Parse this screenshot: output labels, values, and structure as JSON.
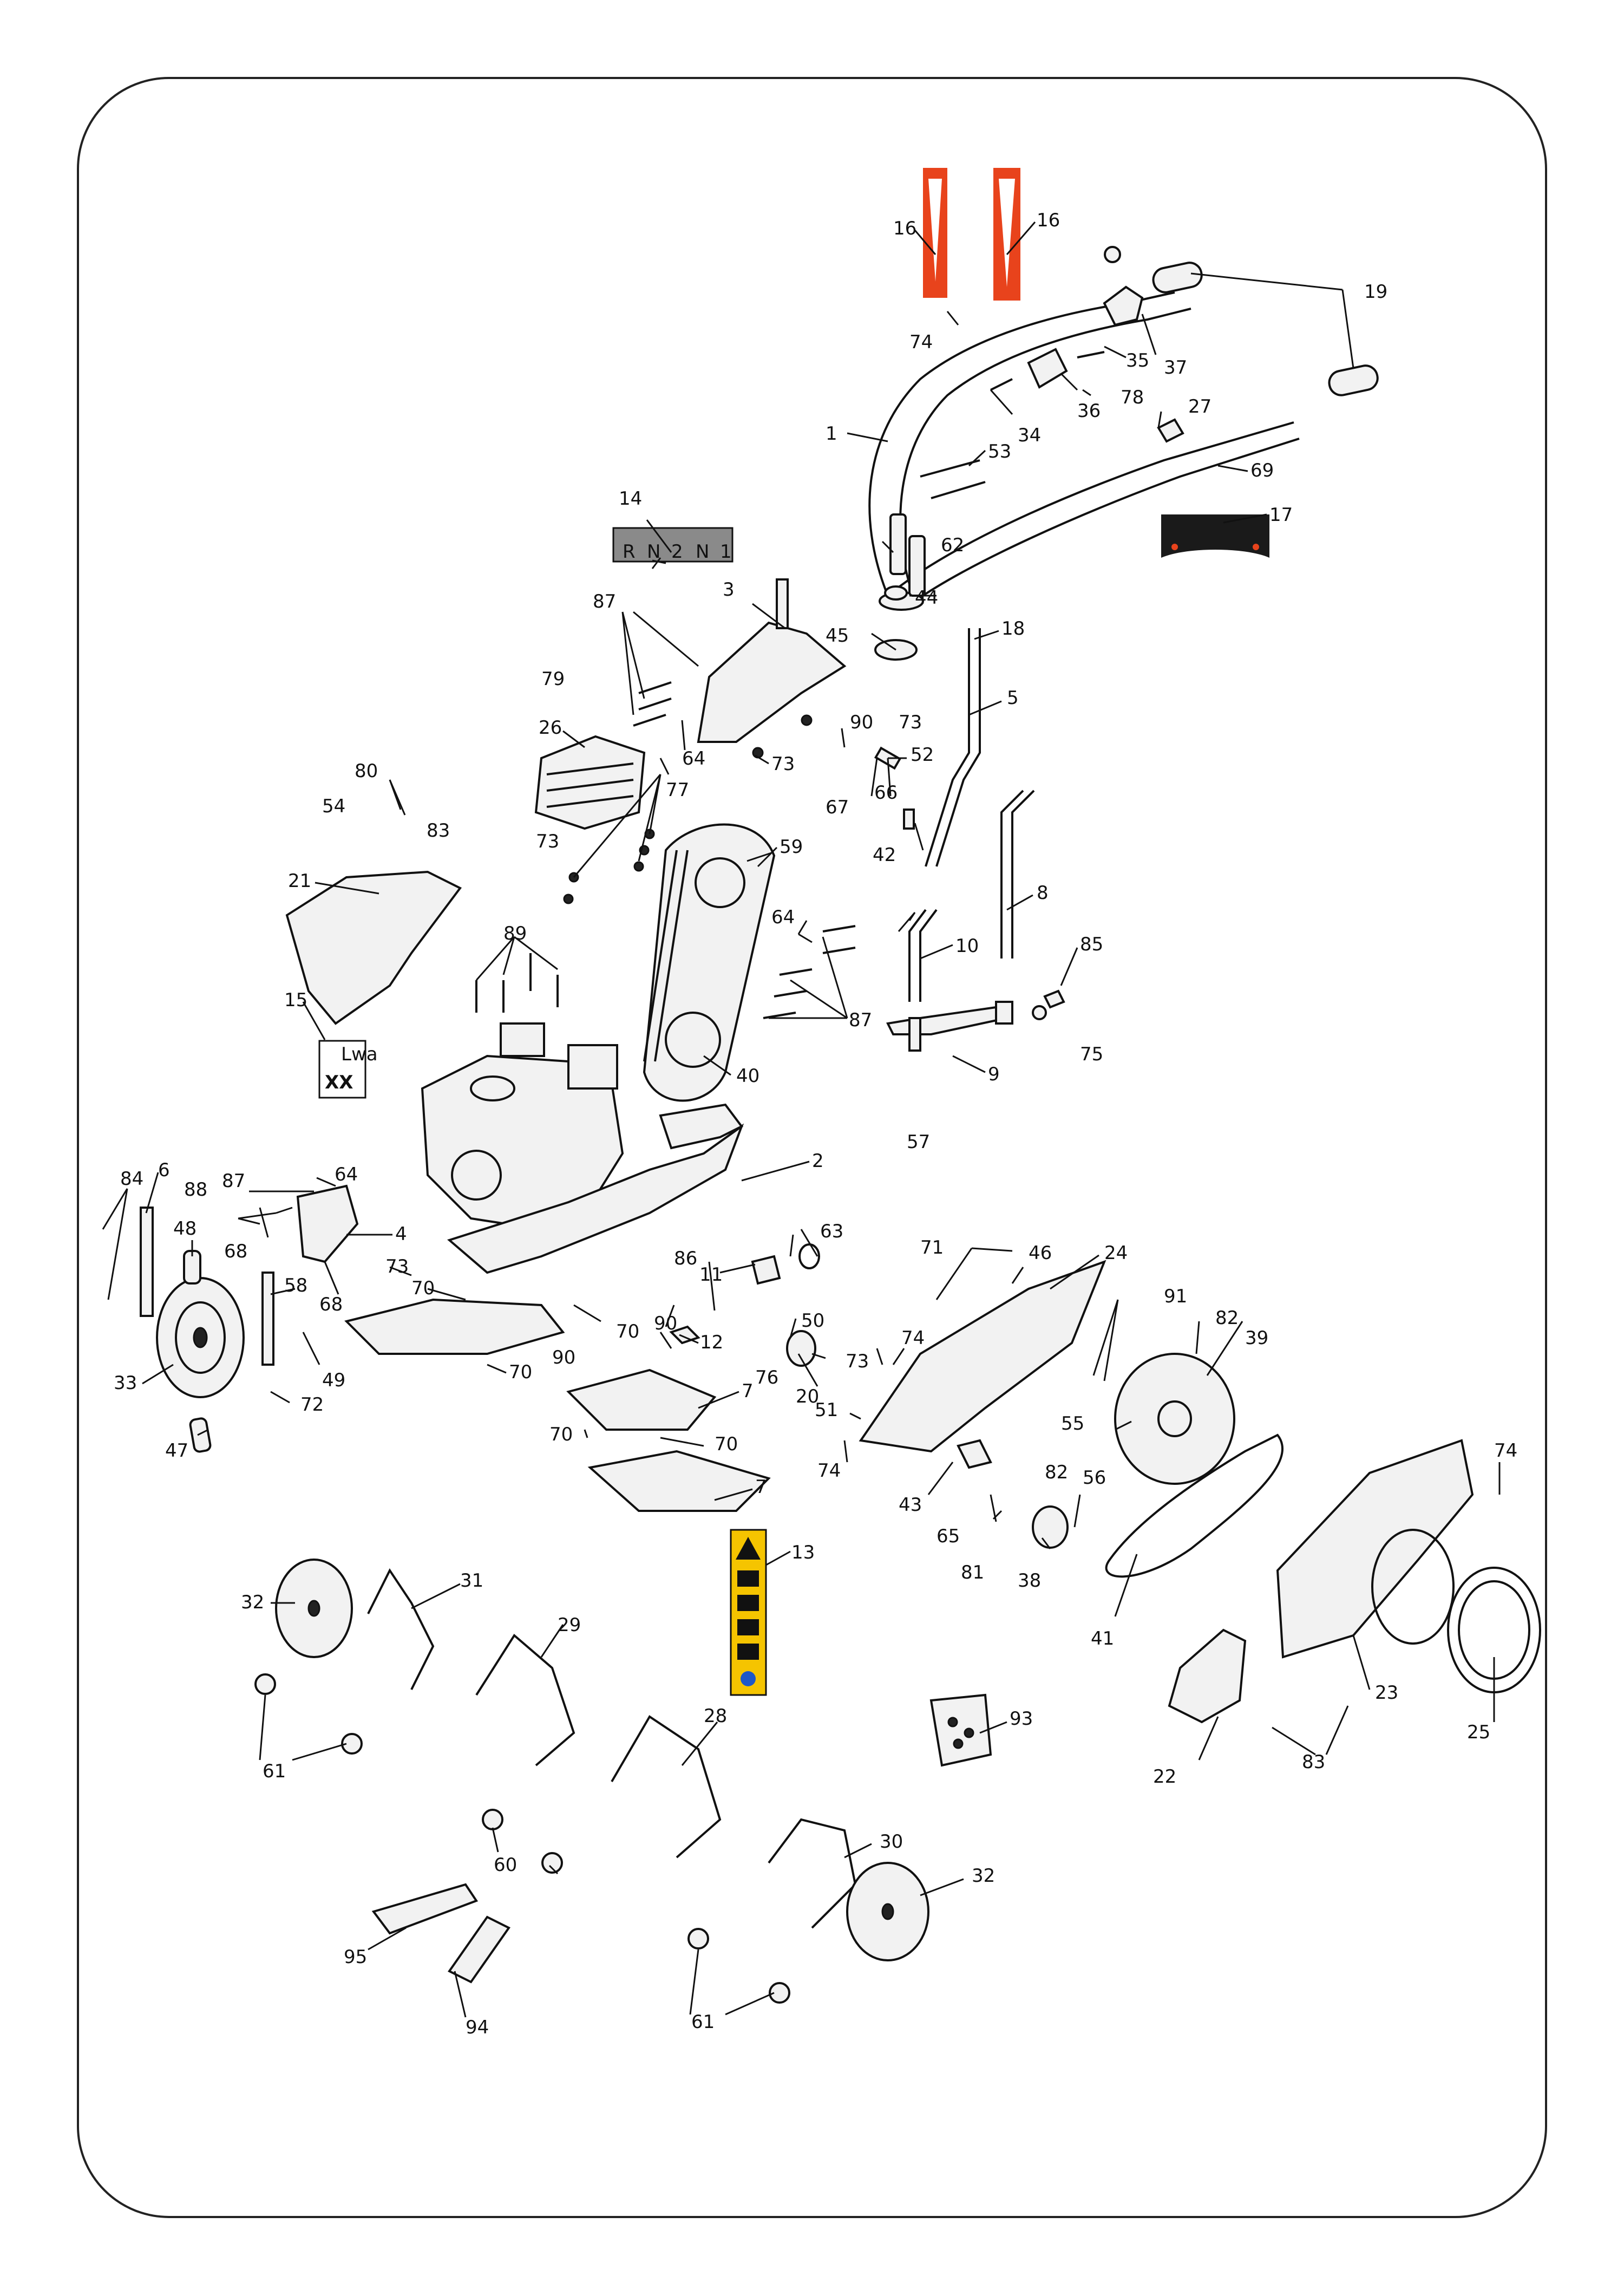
{
  "labels": {
    "l1": "1",
    "l2": "2",
    "l3": "3",
    "l4": "4",
    "l5": "5",
    "l6": "6",
    "l7a": "7",
    "l7b": "7",
    "l8": "8",
    "l9": "9",
    "l10": "10",
    "l11": "11",
    "l12": "12",
    "l13": "13",
    "l14": "14",
    "l15": "15",
    "l16a": "16",
    "l16b": "16",
    "l17": "17",
    "l18": "18",
    "l19": "19",
    "l20": "20",
    "l21": "21",
    "l22": "22",
    "l23": "23",
    "l24": "24",
    "l25": "25",
    "l26": "26",
    "l27": "27",
    "l28": "28",
    "l29": "29",
    "l30": "30",
    "l31": "31",
    "l32a": "32",
    "l32b": "32",
    "l33": "33",
    "l34": "34",
    "l35": "35",
    "l36": "36",
    "l37": "37",
    "l38": "38",
    "l39": "39",
    "l40": "40",
    "l41": "41",
    "l42": "42",
    "l43": "43",
    "l44": "44",
    "l45": "45",
    "l46": "46",
    "l47": "47",
    "l48": "48",
    "l49": "49",
    "l50": "50",
    "l51": "51",
    "l52": "52",
    "l53": "53",
    "l54": "54",
    "l55": "55",
    "l56": "56",
    "l57": "57",
    "l58": "58",
    "l59": "59",
    "l60": "60",
    "l61a": "61",
    "l61b": "61",
    "l62": "62",
    "l63": "63",
    "l64a": "64",
    "l64b": "64",
    "l64c": "64",
    "l65": "65",
    "l66": "66",
    "l67": "67",
    "l68a": "68",
    "l68b": "68",
    "l69": "69",
    "l70a": "70",
    "l70b": "70",
    "l70c": "70",
    "l70d": "70",
    "l70e": "70",
    "l71": "71",
    "l72": "72",
    "l73a": "73",
    "l73b": "73",
    "l73c": "73",
    "l73d": "73",
    "l73e": "73",
    "l74a": "74",
    "l74b": "74",
    "l74c": "74",
    "l74d": "74",
    "l75": "75",
    "l76": "76",
    "l77": "77",
    "l78": "78",
    "l79": "79",
    "l80": "80",
    "l81": "81",
    "l82a": "82",
    "l82b": "82",
    "l83a": "83",
    "l83b": "83",
    "l84": "84",
    "l85": "85",
    "l86": "86",
    "l87a": "87",
    "l87b": "87",
    "l87c": "87",
    "l88": "88",
    "l89": "89",
    "l90a": "90",
    "l90b": "90",
    "l90c": "90",
    "l91": "91",
    "l93": "93",
    "l94": "94",
    "l95": "95"
  },
  "decals": {
    "gear_sequence": [
      "R",
      "N",
      "2",
      "N",
      "1"
    ],
    "decal15_text": "Lwa",
    "decal15_mark": "XX"
  },
  "colors": {
    "line": "#111111",
    "decal_orange": "#e8431c",
    "decal_yellow": "#f5c400",
    "decal_gray": "#8a8a8a",
    "decal_black": "#1a1a1a"
  }
}
